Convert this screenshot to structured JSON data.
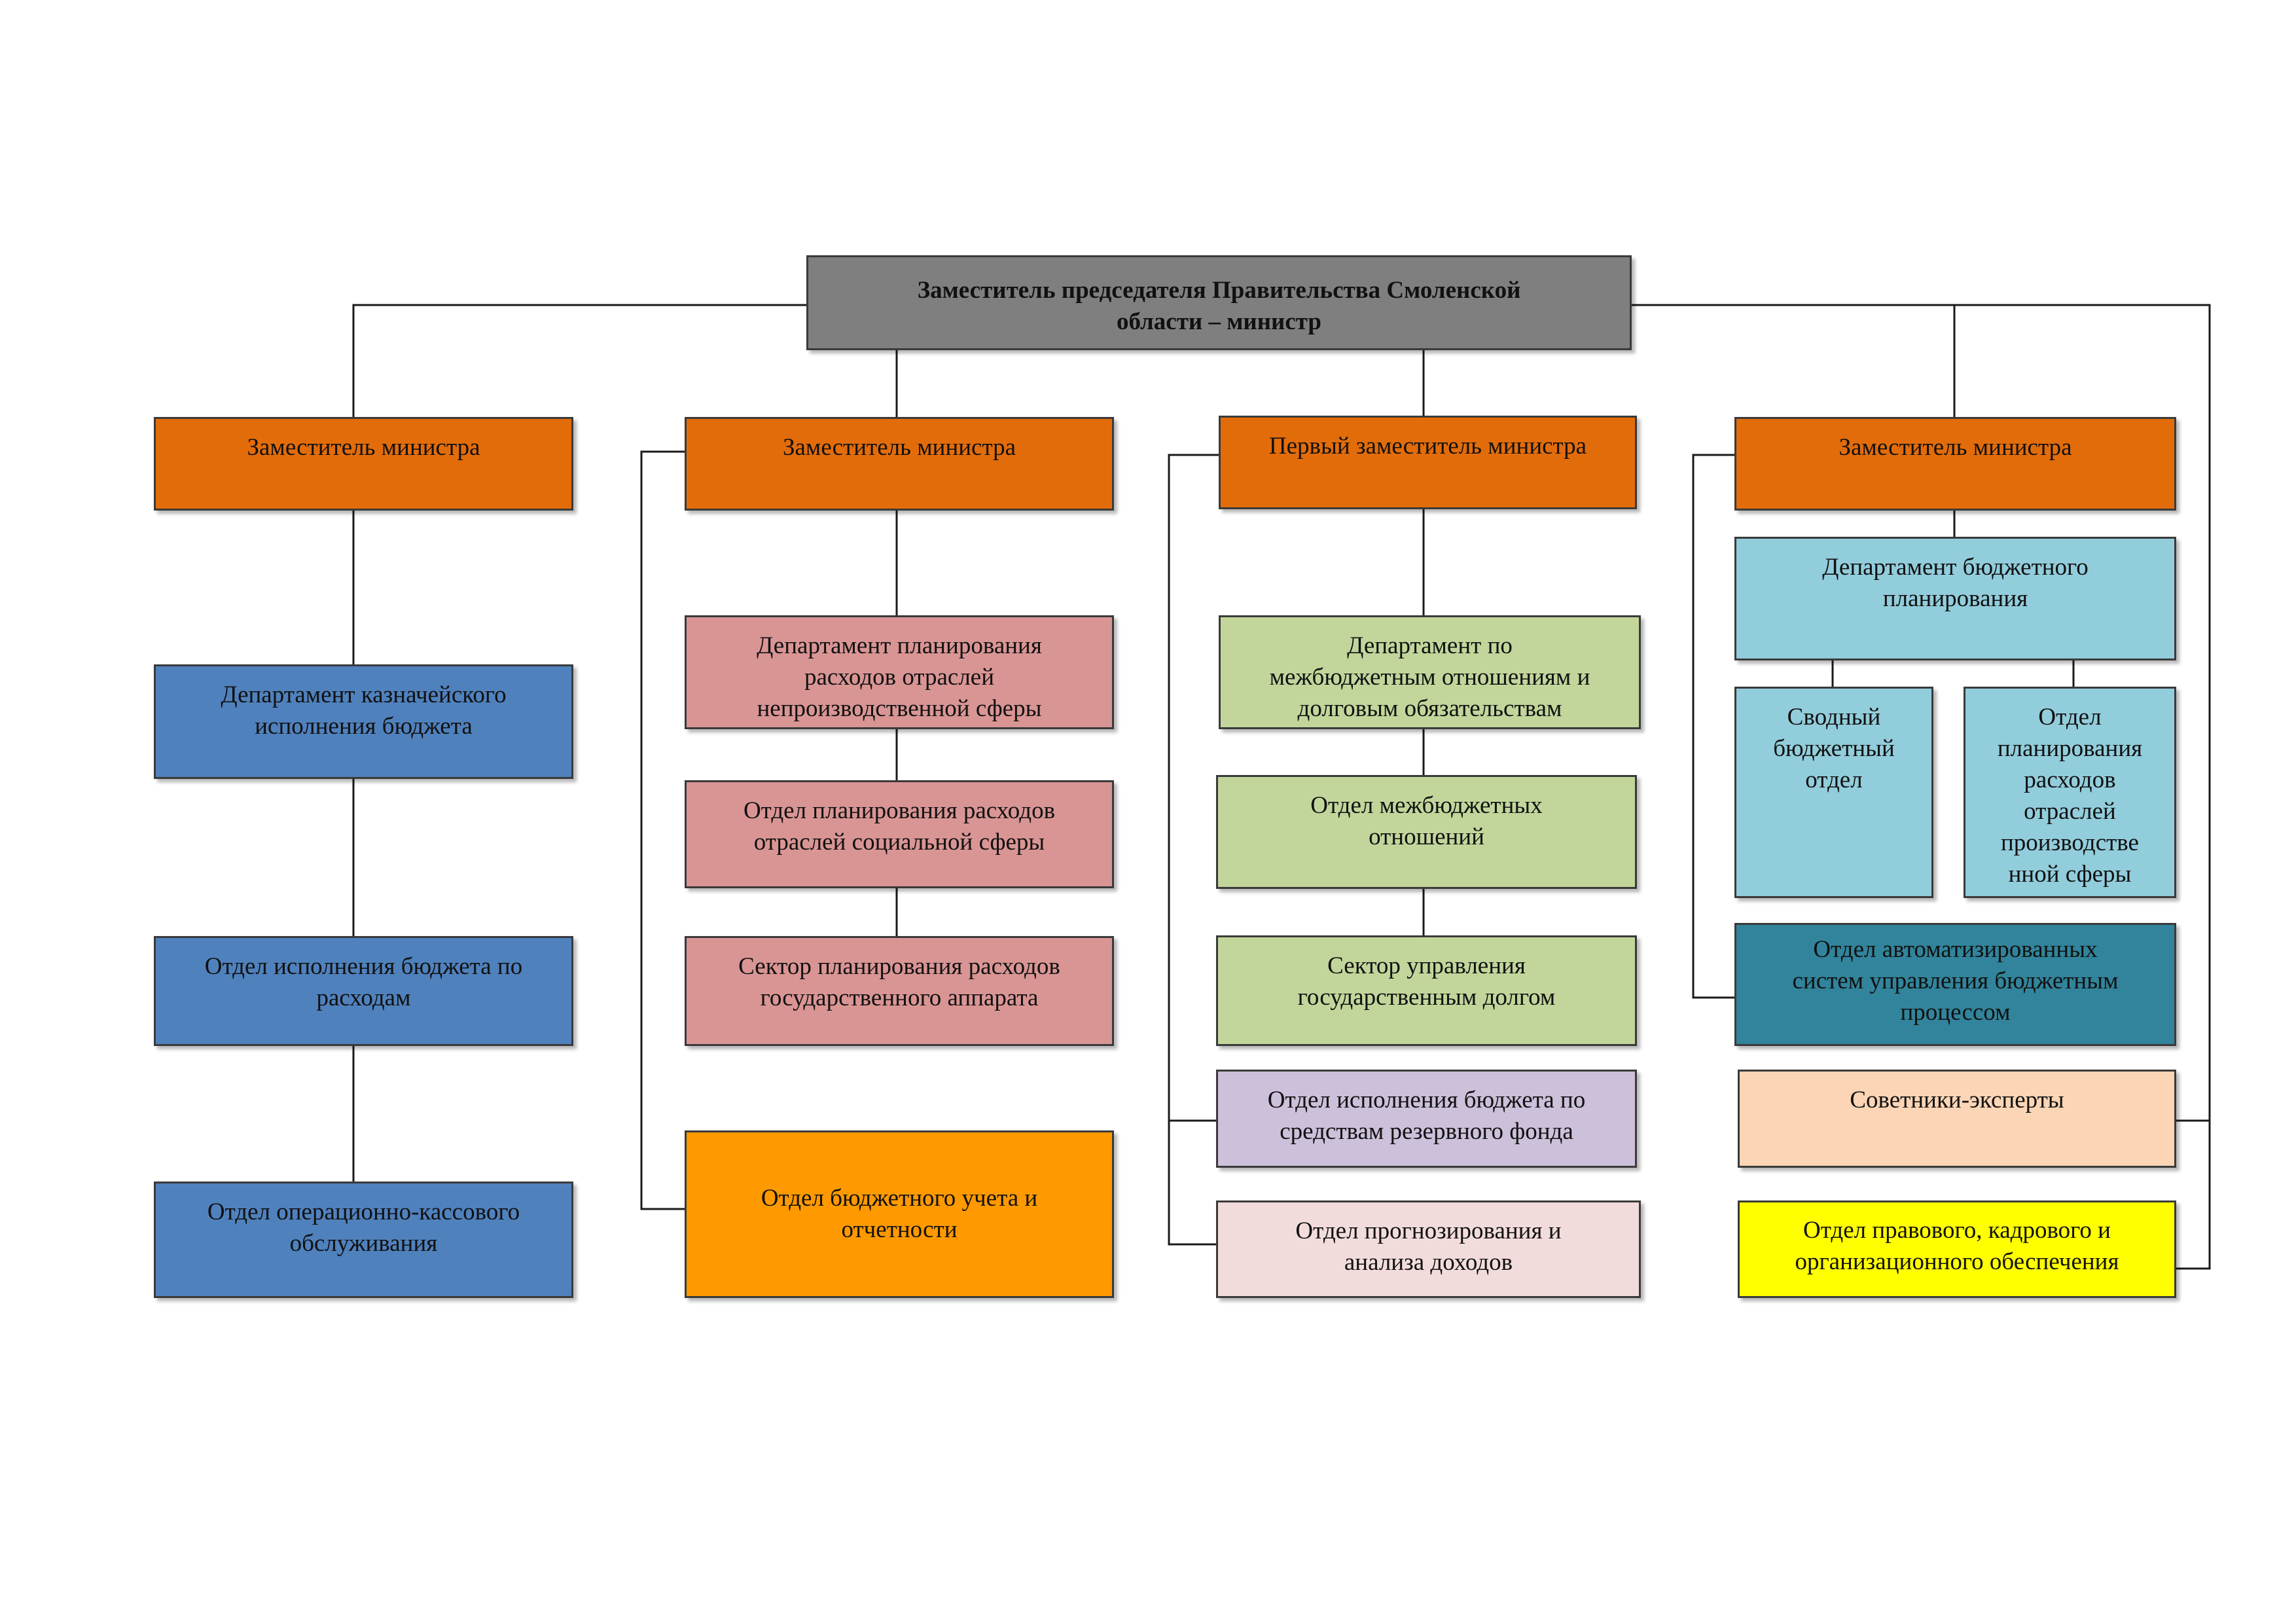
{
  "colors": {
    "head": "#7f7f7f",
    "deputy": "#e36c0a",
    "treasury": "#4f81bd",
    "planning_social": "#d99594",
    "accounting": "#ff9900",
    "interbudget": "#c2d69b",
    "reserve": "#ccc0da",
    "forecast": "#f2dcdb",
    "budget_planning": "#92cddc",
    "automation": "#31849b",
    "advisors": "#fbd5b5",
    "legal": "#ffff00"
  },
  "head": {
    "label": "Заместитель председателя Правительства Смоленской\nобласти – министр"
  },
  "columns": [
    {
      "deputy": "Заместитель министра",
      "units": [
        "Департамент казначейского\nисполнения бюджета",
        "Отдел исполнения бюджета по\nрасходам",
        "Отдел операционно-кассового\nобслуживания"
      ]
    },
    {
      "deputy": "Заместитель министра",
      "units": [
        "Департамент планирования\nрасходов отраслей\nнепроизводственной сферы",
        "Отдел планирования расходов\nотраслей социальной сферы",
        "Сектор планирования расходов\nгосударственного аппарата",
        "Отдел бюджетного учета и\nотчетности"
      ]
    },
    {
      "deputy": "Первый заместитель министра",
      "units": [
        "Департамент по\nмежбюджетным отношениям и\nдолговым обязательствам",
        "Отдел межбюджетных\nотношений",
        "Сектор управления\nгосударственным долгом",
        "Отдел исполнения бюджета  по\nсредствам резервного фонда",
        "Отдел прогнозирования и\nанализа доходов"
      ]
    },
    {
      "deputy": "Заместитель министра",
      "units": [
        "Департамент бюджетного\nпланирования",
        "Сводный\nбюджетный\nотдел",
        "Отдел\nпланирования\nрасходов\nотраслей\nпроизводстве\nнной сферы",
        "Отдел автоматизированных\nсистем управления бюджетным\nпроцессом"
      ]
    }
  ],
  "direct": [
    "Советники-эксперты",
    "Отдел правового, кадрового и\nорганизационного обеспечения"
  ]
}
